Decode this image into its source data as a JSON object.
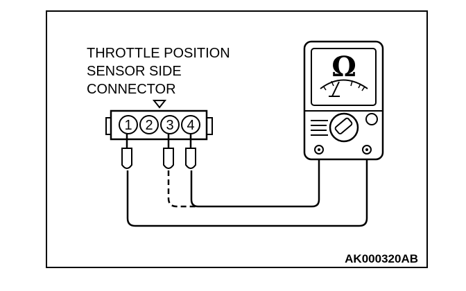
{
  "connector": {
    "title_lines": [
      "THROTTLE POSITION",
      "SENSOR SIDE",
      "CONNECTOR"
    ],
    "pins": [
      "1",
      "2",
      "3",
      "4"
    ]
  },
  "meter": {
    "symbol": "Ω"
  },
  "figure_code": "AK000320AB"
}
